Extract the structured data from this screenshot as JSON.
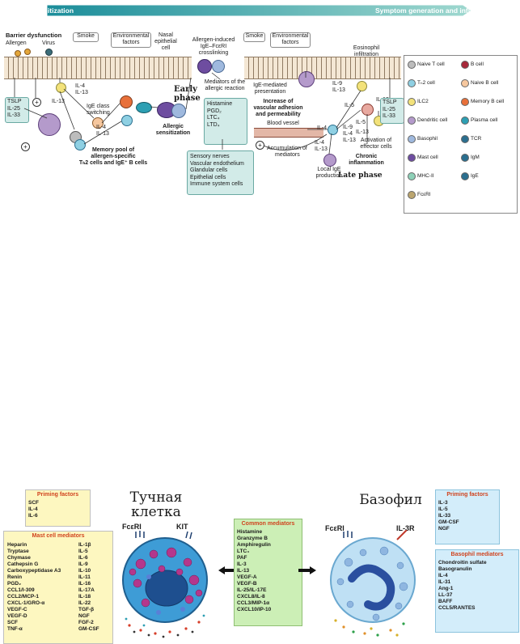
{
  "top_banner": {
    "left_label": "Allergic sensitization",
    "right_label": "Symptom generation and inflammation"
  },
  "sensitization": {
    "barrier_title": "Barrier dysfunction",
    "allergen": "Allergen",
    "virus": "Virus",
    "smoke": "Smoke",
    "env_factors_1": "Environmental",
    "env_factors_2": "factors",
    "nasal_1": "Nasal",
    "nasal_2": "epithelial",
    "nasal_3": "cell",
    "tslp": "TSLP",
    "il25": "IL-25",
    "il33": "IL-33",
    "il4": "IL-4",
    "il13": "IL-13",
    "il13_b": "IL-13",
    "ige_switch_1": "IgE class",
    "ige_switch_2": "switching",
    "il4_b": "IL-4",
    "il13_c": "IL-13",
    "memory_1": "Memory pool of",
    "memory_2": "allergen-specific",
    "memory_3": "Tₕ2 cells and IgE⁺ B cells",
    "allergic_sens_1": "Allergic",
    "allergic_sens_2": "sensitization",
    "plus": "+"
  },
  "early_phase": {
    "crosslink_1": "Allergen-induced",
    "crosslink_2": "IgE–FcεRI",
    "crosslink_3": "crosslinking",
    "phase_1": "Early",
    "phase_2": "phase",
    "mediators_1": "Mediators of the",
    "mediators_2": "allergic reaction",
    "mediators": [
      "Histamine",
      "PGD₂",
      "LTC₄",
      "LTD₄"
    ],
    "targets": [
      "Sensory nerves",
      "Vascular endothelium",
      "Glandular cells",
      "Epithelial cells",
      "Immune system cells"
    ]
  },
  "late_phase": {
    "smoke": "Smoke",
    "env_factors_1": "Environmental",
    "env_factors_2": "factors",
    "eos_1": "Eosinophil",
    "eos_2": "infiltration",
    "ige_pres_1": "IgE-mediated",
    "ige_pres_2": "presentation",
    "increase_1": "Increase of",
    "increase_2": "vascular adhesion",
    "increase_3": "and permeability",
    "blood_vessel": "Blood vessel",
    "il9": "IL-9",
    "il13": "IL-13",
    "il5": "IL-5",
    "il5_b": "IL-5",
    "il13_b": "IL-13",
    "il13_c": "IL-13",
    "il4": "IL-4",
    "cluster_1": "IL-9",
    "cluster_2": "IL-4",
    "cluster_3": "IL-13",
    "il4_b": "IL-4",
    "il13_d": "IL-13",
    "tslp": "TSLP",
    "il25": "IL-25",
    "il33": "IL-33",
    "activation_1": "Activation of",
    "activation_2": "effector cells",
    "accum_1": "Accumulation of",
    "accum_2": "mediators",
    "local_1": "Local IgE",
    "local_2": "production",
    "chronic_1": "Chronic",
    "chronic_2": "inflammation",
    "late_label": "Late phase"
  },
  "legend": {
    "items": [
      {
        "label": "Naive T cell",
        "color": "#bcbcbc"
      },
      {
        "label": "B cell",
        "color": "#a7293a"
      },
      {
        "label": "Tₕ2 cell",
        "color": "#8fd0e3"
      },
      {
        "label": "Naive B cell",
        "color": "#f6c79e"
      },
      {
        "label": "ILC2",
        "color": "#f3e27a"
      },
      {
        "label": "Memory B cell",
        "color": "#e8703a"
      },
      {
        "label": "Dendritic cell",
        "color": "#b49acb"
      },
      {
        "label": "Plasma cell",
        "color": "#2d9fb3"
      },
      {
        "label": "Basophil",
        "color": "#9fb9de"
      },
      {
        "label": "TCR",
        "color": "#2b6f8f"
      },
      {
        "label": "Mast cell",
        "color": "#6e4da0"
      },
      {
        "label": "IgM",
        "color": "#2b6f8f"
      },
      {
        "label": "MHC-II",
        "color": "#8ed1b8"
      },
      {
        "label": "IgE",
        "color": "#2b6f8f"
      },
      {
        "label": "FcεRI",
        "color": "#bba56f"
      }
    ]
  },
  "bottom": {
    "priming_mast": {
      "title": "Priming factors",
      "items": [
        "SCF",
        "IL-4",
        "IL-6"
      ]
    },
    "mast_mediators": {
      "title": "Mast cell mediators",
      "col1": [
        "Heparin",
        "Tryptase",
        "Chymase",
        "Cathepsin G",
        "Carboxypeptidase A3",
        "Renin",
        "PGD₂",
        "CCL1/I-309",
        "CCL2/MCP-1",
        "CXCL-1/GRO-α",
        "VEGF-C",
        "VEGF-D",
        "SCF",
        "TNF-α"
      ],
      "col2": [
        "IL-1β",
        "IL-5",
        "IL-6",
        "IL-9",
        "IL-10",
        "IL-11",
        "IL-16",
        "IL-17A",
        "IL-18",
        "IL-22",
        "TGF-β",
        "NGF",
        "FGF-2",
        "GM-CSF"
      ]
    },
    "mast_cell_title_1": "Тучная",
    "mast_cell_title_2": "клетка",
    "fceri_left": "FcεRI",
    "kit": "KIT",
    "common": {
      "title": "Common mediators",
      "items": [
        "Histamine",
        "Granzyme B",
        "Amphiregulin",
        "LTC₄",
        "PAF",
        "IL-3",
        "IL-13",
        "VEGF-A",
        "VEGF-B",
        "IL-25/IL-17E",
        "CXCL8/IL-8",
        "CCL3/MIP-1α",
        "CXCL10/IP-10"
      ]
    },
    "basophil_title": "Базофил",
    "fceri_right": "FcεRI",
    "il3r": "IL-3R",
    "priming_baso": {
      "title": "Priming factors",
      "items": [
        "IL-3",
        "IL-5",
        "IL-33",
        "GM-CSF",
        "NGF"
      ]
    },
    "baso_mediators": {
      "title": "Basophil mediators",
      "items": [
        "Chondroitin sulfate",
        "Basogranulin",
        "IL-4",
        "IL-31",
        "Ang-1",
        "LL-37",
        "BAFF",
        "CCL5/RANTES"
      ]
    }
  },
  "colors": {
    "arrow_start": "#1b8d9a",
    "arrow_end": "#a8ddd5",
    "box_title": "#d0431e",
    "mast_cell": "#3e9cd6",
    "basophil": "#bfe0f4"
  }
}
